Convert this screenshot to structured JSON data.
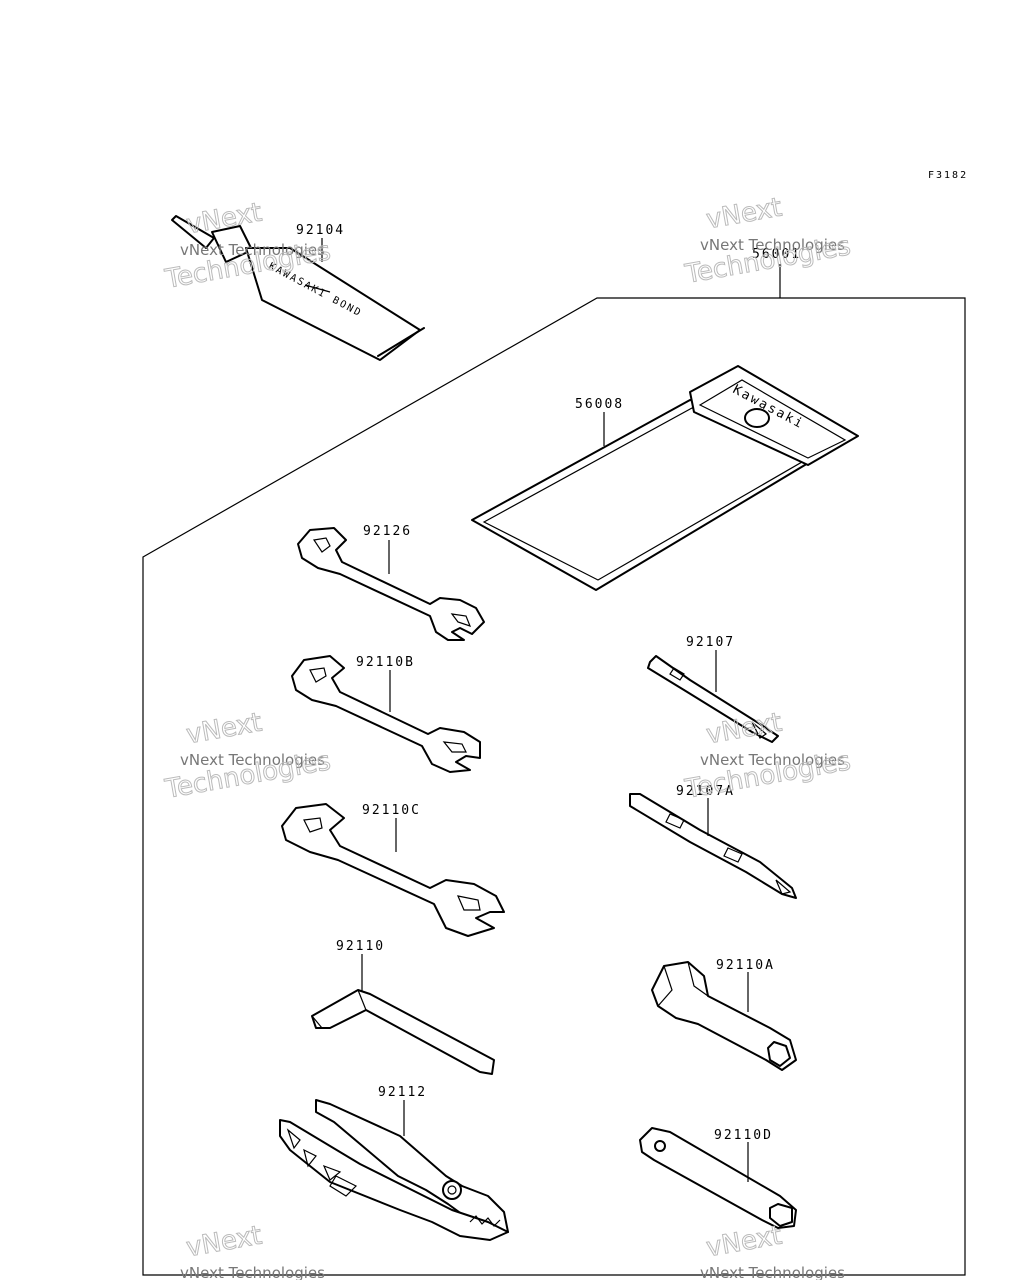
{
  "figure_code": "F3182",
  "parts": {
    "bond": "92104",
    "tool_case_group": "56001",
    "tool_case": "56008",
    "wrench_a": "92126",
    "wrench_b": "92110B",
    "wrench_c": "92110C",
    "hex_key": "92110",
    "pliers": "92112",
    "screwdriver_handle": "92107",
    "screwdriver_bit": "92107A",
    "socket_wrench": "92110A",
    "spark_plug_wrench": "92110D"
  },
  "product_text": {
    "case_brand": "Kawasaki",
    "bond_tube_text": "KAWASAKI BOND"
  },
  "watermark": {
    "line1": "vNext",
    "line2": "vNext Technologies",
    "line3": "Technologies"
  }
}
